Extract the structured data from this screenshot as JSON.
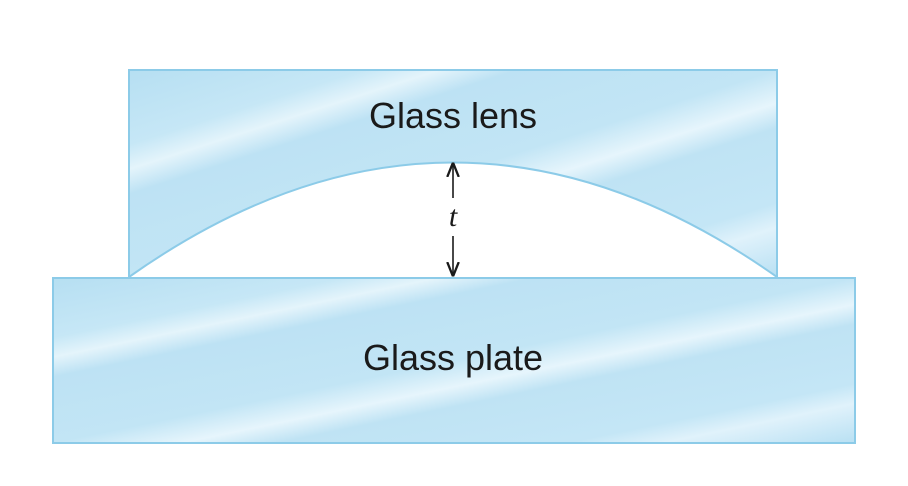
{
  "diagram": {
    "lens_label": "Glass lens",
    "plate_label": "Glass plate",
    "gap_label": "t"
  },
  "colors": {
    "glass_fill": "#bfe3f4",
    "glass_highlight": "#e6f5fc",
    "glass_edge": "#8ccbe8",
    "arrow": "#1a1a1a"
  }
}
